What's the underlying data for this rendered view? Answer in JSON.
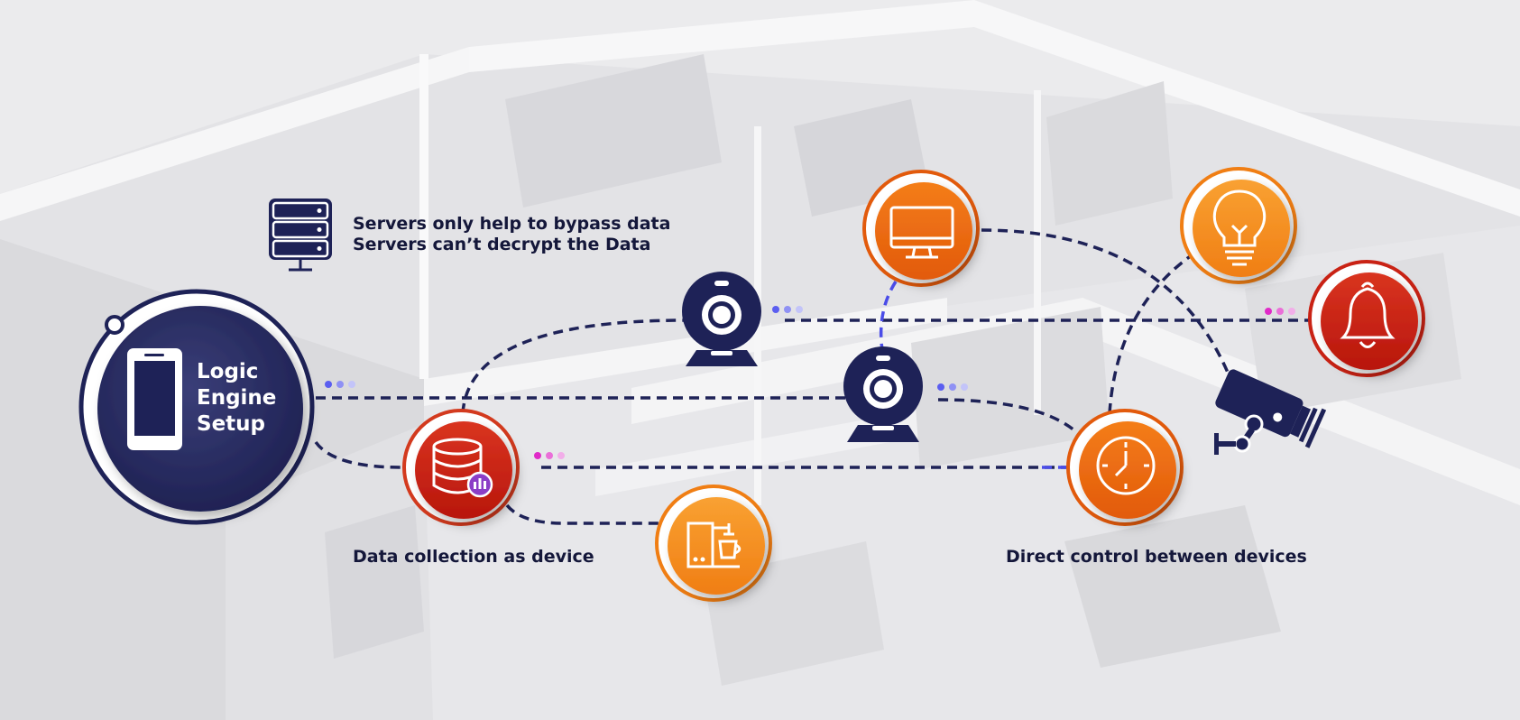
{
  "servers": {
    "line1": "Servers only help to bypass data",
    "line2": "Servers can’t decrypt the Data",
    "icon": "server-rack-icon"
  },
  "hub": {
    "lines": [
      "Logic",
      "Engine",
      "Setup"
    ],
    "icon": "smartphone-icon"
  },
  "captions": {
    "data_collection": "Data collection as device",
    "direct_control": "Direct control between devices"
  },
  "devices": [
    {
      "name": "database",
      "icon": "database-icon"
    },
    {
      "name": "coffee-machine",
      "icon": "coffee-machine-icon"
    },
    {
      "name": "monitor",
      "icon": "monitor-icon"
    },
    {
      "name": "light-bulb",
      "icon": "light-bulb-icon"
    },
    {
      "name": "alarm-bell",
      "icon": "bell-icon"
    },
    {
      "name": "clock",
      "icon": "clock-icon"
    },
    {
      "name": "webcam-top",
      "icon": "webcam-icon"
    },
    {
      "name": "webcam-middle",
      "icon": "webcam-icon"
    },
    {
      "name": "security-camera",
      "icon": "security-camera-icon"
    }
  ],
  "colors": {
    "navy": "#1e2257",
    "navy_dark": "#14173a",
    "orange": "#ee6d12",
    "orange_light": "#f7921f",
    "red": "#c92214",
    "purple_accent": "#8b3ec6",
    "dot_blue": "#5b5ef0",
    "dot_pink": "#e02ac8"
  }
}
